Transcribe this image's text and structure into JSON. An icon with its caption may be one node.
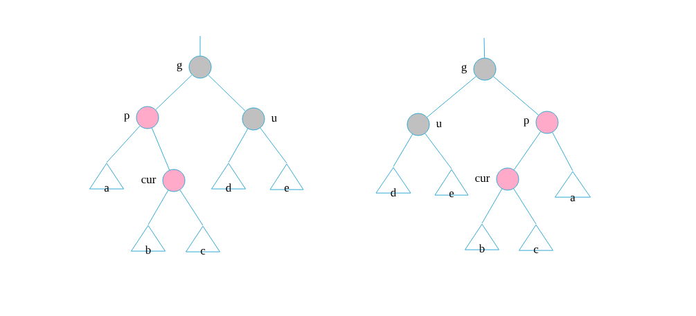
{
  "diagram": {
    "nodes": [
      {
        "text": [],
        "shape": "circle",
        "beside": [
          "g"
        ]
      },
      {
        "text": [],
        "shape": "circle",
        "beside": [
          "p"
        ]
      },
      {
        "text": [],
        "shape": "circle",
        "beside": [
          "u"
        ]
      },
      {
        "text": [
          "a"
        ]
      },
      {
        "text": [],
        "shape": "circle",
        "beside": [
          "cur"
        ]
      },
      {
        "text": [
          "d"
        ]
      },
      {
        "text": [
          "e"
        ]
      },
      {
        "text": [
          "b"
        ]
      },
      {
        "text": [
          "c"
        ]
      },
      {
        "text": [],
        "shape": "circle",
        "beside": [
          "g"
        ]
      },
      {
        "text": [],
        "shape": "circle",
        "beside": [
          "u"
        ]
      },
      {
        "text": [],
        "shape": "circle",
        "beside": [
          "p"
        ]
      },
      {
        "text": [
          "d"
        ]
      },
      {
        "text": [
          "e"
        ]
      },
      {
        "text": [],
        "shape": "circle",
        "beside": [
          "cur"
        ]
      },
      {
        "text": [
          "a"
        ]
      },
      {
        "text": [
          "b"
        ]
      },
      {
        "text": [
          "c"
        ]
      }
    ],
    "edges": [
      {
        "from": null,
        "to": 0,
        "arrow": "none"
      },
      {
        "from": 0,
        "to": 1,
        "arrow": "none"
      },
      {
        "from": 0,
        "to": 2,
        "arrow": "none"
      },
      {
        "from": 1,
        "to": 3,
        "arrow": "none"
      },
      {
        "from": 1,
        "to": 4,
        "arrow": "none"
      },
      {
        "from": 2,
        "to": 5,
        "arrow": "none"
      },
      {
        "from": 2,
        "to": 6,
        "arrow": "none"
      },
      {
        "from": 4,
        "to": 7,
        "arrow": "none"
      },
      {
        "from": 4,
        "to": 8,
        "arrow": "none"
      },
      {
        "from": null,
        "to": 9,
        "arrow": "none"
      },
      {
        "from": 9,
        "to": 10,
        "arrow": "none"
      },
      {
        "from": 9,
        "to": 11,
        "arrow": "none"
      },
      {
        "from": 10,
        "to": 12,
        "arrow": "none"
      },
      {
        "from": 10,
        "to": 13,
        "arrow": "none"
      },
      {
        "from": 11,
        "to": 14,
        "arrow": "none"
      },
      {
        "from": 11,
        "to": 15,
        "arrow": "none"
      },
      {
        "from": 14,
        "to": 16,
        "arrow": "none"
      },
      {
        "from": 14,
        "to": 17,
        "arrow": "none"
      }
    ]
  }
}
